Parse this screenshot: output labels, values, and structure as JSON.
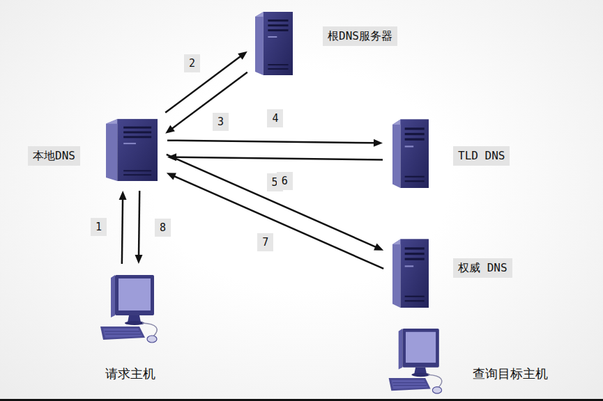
{
  "diagram": {
    "nodes": [
      {
        "text": [
          "根DNS服务器"
        ]
      },
      {
        "text": [
          "本地DNS"
        ]
      },
      {
        "text": [
          "TLD DNS"
        ]
      },
      {
        "text": [
          "权威 DNS"
        ]
      },
      {
        "text": [
          "请求主机"
        ]
      },
      {
        "text": [
          "查询目标主机"
        ]
      }
    ],
    "edges": [
      {
        "from": 4,
        "to": 1,
        "label": "1",
        "arrow": "to"
      },
      {
        "from": 1,
        "to": 0,
        "label": "2",
        "arrow": "to"
      },
      {
        "from": 0,
        "to": 1,
        "label": "3",
        "arrow": "to"
      },
      {
        "from": 1,
        "to": 2,
        "label": "4",
        "arrow": "to"
      },
      {
        "from": 2,
        "to": 1,
        "label": "5",
        "arrow": "to"
      },
      {
        "from": 1,
        "to": 3,
        "label": "6",
        "arrow": "to"
      },
      {
        "from": 3,
        "to": 1,
        "label": "7",
        "arrow": "to"
      },
      {
        "from": 1,
        "to": 4,
        "label": "8",
        "arrow": "to"
      }
    ]
  }
}
